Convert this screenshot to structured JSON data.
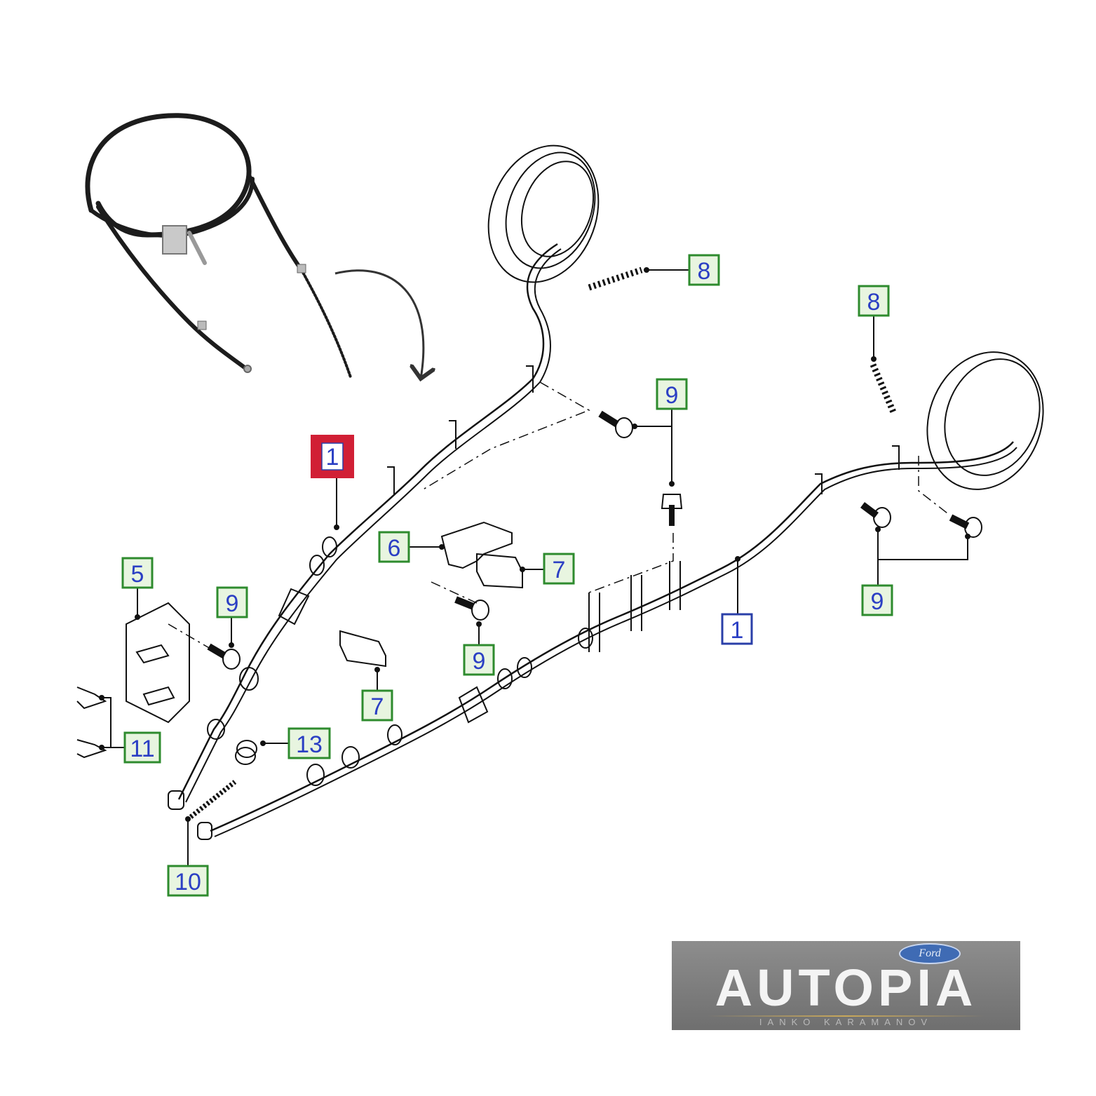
{
  "diagram": {
    "callouts": [
      {
        "id": "c1-top",
        "label": "1",
        "style": "highlight"
      },
      {
        "id": "c1-right",
        "label": "1",
        "style": "blue"
      },
      {
        "id": "c5",
        "label": "5",
        "style": "green"
      },
      {
        "id": "c6",
        "label": "6",
        "style": "green"
      },
      {
        "id": "c7-a",
        "label": "7",
        "style": "green"
      },
      {
        "id": "c7-b",
        "label": "7",
        "style": "green"
      },
      {
        "id": "c8-a",
        "label": "8",
        "style": "green"
      },
      {
        "id": "c8-b",
        "label": "8",
        "style": "green"
      },
      {
        "id": "c9-a",
        "label": "9",
        "style": "green"
      },
      {
        "id": "c9-b",
        "label": "9",
        "style": "green"
      },
      {
        "id": "c9-c",
        "label": "9",
        "style": "green"
      },
      {
        "id": "c9-d",
        "label": "9",
        "style": "green"
      },
      {
        "id": "c10",
        "label": "10",
        "style": "green"
      },
      {
        "id": "c11",
        "label": "11",
        "style": "green"
      },
      {
        "id": "c13",
        "label": "13",
        "style": "green"
      }
    ],
    "colors": {
      "green_border": "#2e8b2e",
      "green_fill": "#e8f5e0",
      "blue_border": "#2a3fa8",
      "highlight_fill": "#d11f35",
      "label_text": "#2b3fc4",
      "line": "#111111"
    }
  },
  "logo": {
    "brand_oval": "Ford",
    "title": "AUTOPIA",
    "subtitle": "IANKO KARAMANOV"
  }
}
